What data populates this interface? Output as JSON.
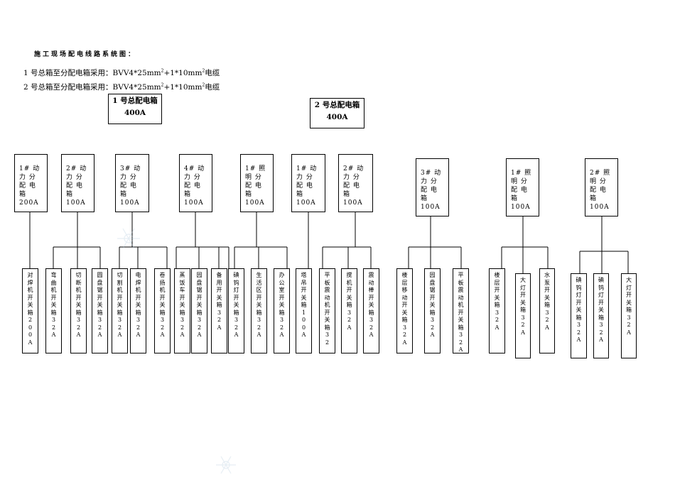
{
  "heading": "施工现场配电线路系统图：",
  "cables": [
    {
      "prefix": "1 号总箱至分配电箱采用：BVV4*25mm",
      "sup1": "2",
      "mid": "+1*10mm",
      "sup2": "2",
      "suffix": "电缆"
    },
    {
      "prefix": "2 号总箱至分配电箱采用：BVV4*25mm",
      "sup1": "2",
      "mid": "+1*10mm",
      "sup2": "2",
      "suffix": "电缆"
    }
  ],
  "main_boxes": [
    {
      "line1": "1 号总配电箱",
      "line2": "400A"
    },
    {
      "line1": "2 号总配电箱",
      "line2": "400A"
    }
  ],
  "dist_boxes": [
    {
      "label": "1# 动 力 分 配 电 箱 200A"
    },
    {
      "label": "2# 动 力 分 配 电 箱 100A"
    },
    {
      "label": "3# 动 力 分 配 电 箱 100A"
    },
    {
      "label": "4# 动 力 分 配 电 箱 100A"
    },
    {
      "label": "1# 照 明 分 配 电 箱 100A"
    },
    {
      "label": "1# 动 力 分 配 电 箱 100A"
    },
    {
      "label": "2# 动 力 分 配 电 箱 100A"
    },
    {
      "label": "3# 动 力 分 配 电 箱 100A"
    },
    {
      "label": "1# 照 明 分 配 电 箱 100A"
    },
    {
      "label": "2# 照 明 分 配 电 箱 100A"
    }
  ],
  "switch_boxes": [
    {
      "label": "对焊机开关箱200A"
    },
    {
      "label": "弯曲机开关箱32A"
    },
    {
      "label": "切断机开关箱32A"
    },
    {
      "label": "圆盘锯开关箱32A"
    },
    {
      "label": "切割机开关箱32A"
    },
    {
      "label": "电焊机开关箱32A"
    },
    {
      "label": "卷扬机开关箱32A"
    },
    {
      "label": "蒸饭车开关箱32A"
    },
    {
      "label": "园盘锯开关箱32A"
    },
    {
      "label": "备用开关箱32A"
    },
    {
      "label": "碘钨灯开关箱32A"
    },
    {
      "label": "生活区开关箱32A"
    },
    {
      "label": "办公室开关箱32A"
    },
    {
      "label": "塔吊开关箱100A"
    },
    {
      "label": "平板震动机开关箱32"
    },
    {
      "label": "搅机开关箱32A"
    },
    {
      "label": "震动棒开关箱32A"
    },
    {
      "label": "楼层移动开关箱32A"
    },
    {
      "label": "园盘锯开关箱32A"
    },
    {
      "label": "平板震动机开关箱32A"
    },
    {
      "label": "楼层开关箱32A"
    },
    {
      "label": "大灯开关箱32A"
    },
    {
      "label": "水泵开关箱32A"
    },
    {
      "label": "碘钨灯开关箱32A"
    },
    {
      "label": "碘钨灯开关箱32A"
    },
    {
      "label": "大灯开关箱32A"
    }
  ]
}
